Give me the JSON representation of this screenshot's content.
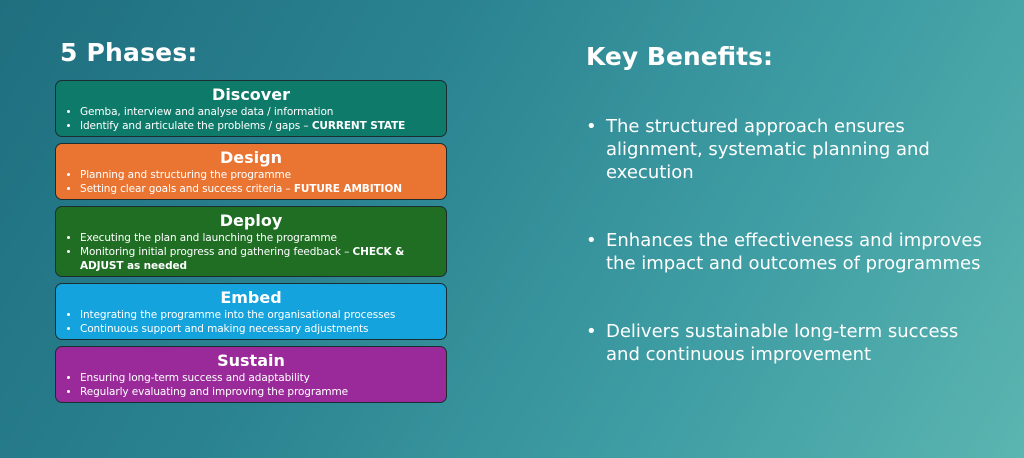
{
  "left_heading": "5 Phases:",
  "right_heading": "Key Benefits:",
  "phases": [
    {
      "title": "Discover",
      "color": "#0e7a6a",
      "bullets": [
        {
          "text": "Gemba, interview and analyse data / information",
          "strong": ""
        },
        {
          "text": "Identify and articulate the problems / gaps – ",
          "strong": "CURRENT STATE"
        }
      ]
    },
    {
      "title": "Design",
      "color": "#ea7533",
      "bullets": [
        {
          "text": "Planning and structuring the programme",
          "strong": ""
        },
        {
          "text": "Setting clear goals and success criteria – ",
          "strong": "FUTURE AMBITION"
        }
      ]
    },
    {
      "title": "Deploy",
      "color": "#1f6e24",
      "bullets": [
        {
          "text": "Executing the plan and launching the programme",
          "strong": ""
        },
        {
          "text": "Monitoring initial progress and gathering feedback – ",
          "strong": "CHECK & ADJUST as needed"
        }
      ]
    },
    {
      "title": "Embed",
      "color": "#14a3dc",
      "bullets": [
        {
          "text": "Integrating the programme into the organisational processes",
          "strong": ""
        },
        {
          "text": "Continuous support and making necessary adjustments",
          "strong": ""
        }
      ]
    },
    {
      "title": "Sustain",
      "color": "#9a2a9a",
      "bullets": [
        {
          "text": "Ensuring long-term success and adaptability",
          "strong": ""
        },
        {
          "text": "Regularly evaluating and improving the programme",
          "strong": ""
        }
      ]
    }
  ],
  "benefits": [
    "The structured approach ensures alignment, systematic planning and execution",
    "Enhances the effectiveness and improves the impact and outcomes of programmes",
    "Delivers sustainable long-term success and continuous improvement"
  ]
}
